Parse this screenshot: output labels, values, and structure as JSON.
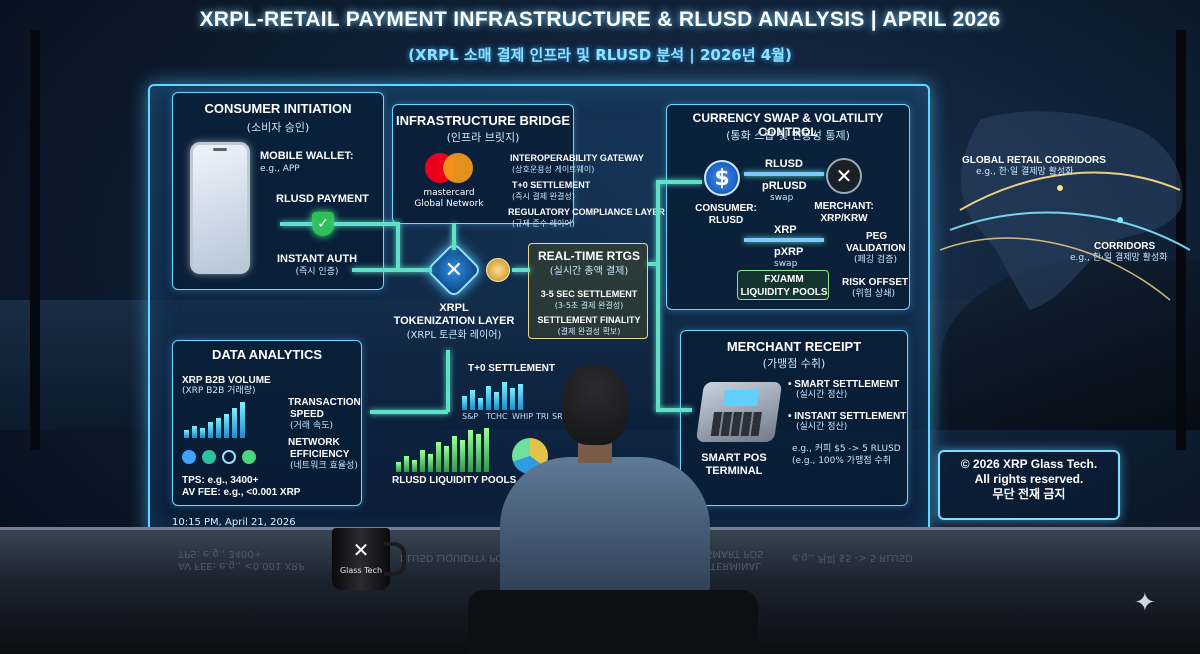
{
  "title": "XRPL-RETAIL PAYMENT INFRASTRUCTURE & RLUSD ANALYSIS | APRIL 2026",
  "subtitle": "(XRPL 소매 결제 인프라 및 RLUSD 분석 | 2026년 4월)",
  "consumer": {
    "heading": "CONSUMER INITIATION",
    "heading_ko": "(소비자 승인)",
    "mobile_wallet": "MOBILE WALLET:",
    "mobile_wallet_eg": "e.g., APP",
    "rlusd_payment": "RLUSD PAYMENT",
    "instant_auth": "INSTANT AUTH",
    "instant_auth_ko": "(즉시 인증)"
  },
  "bridge": {
    "heading": "INFRASTRUCTURE BRIDGE",
    "heading_ko": "(인프라 브릿지)",
    "mastercard_1": "mastercard",
    "mastercard_2": "Global Network",
    "interop": "INTEROPERABILITY GATEWAY",
    "interop_ko": "(상호운용성 게이트웨이)",
    "t0": "T+0 SETTLEMENT",
    "t0_ko": "(즉시 결제 완결성)",
    "regulatory": "REGULATORY COMPLIANCE LAYER",
    "regulatory_ko": "(규제 준수 레이어)",
    "xrpl_1": "XRPL",
    "xrpl_2": "TOKENIZATION LAYER",
    "xrpl_ko": "(XRPL 토큰화 레이어)"
  },
  "rtgs": {
    "heading": "REAL-TIME RTGS",
    "heading_ko": "(실시간 총액 결제)",
    "sec": "3-5 SEC SETTLEMENT",
    "sec_ko": "(3-5초 결제 완결성)",
    "finality": "SETTLEMENT FINALITY",
    "finality_ko": "(결제 완결성 확보)"
  },
  "swap": {
    "heading": "CURRENCY SWAP & VOLATILITY CONTROL",
    "heading_ko": "(통화 스왑 및 변동성 통제)",
    "rlusd": "RLUSD",
    "prlusd": "pRLUSD",
    "swap_word": "swap",
    "consumer_1": "CONSUMER:",
    "consumer_2": "RLUSD",
    "merchant_1": "MERCHANT:",
    "merchant_2": "XRP/KRW",
    "xrp": "XRP",
    "pxrp": "pXRP",
    "peg_1": "PEG",
    "peg_2": "VALIDATION",
    "peg_ko": "(페깅 검증)",
    "pools_1": "FX/AMM",
    "pools_2": "LIQUIDITY POOLS",
    "risk": "RISK OFFSET",
    "risk_ko": "(위험 상쇄)"
  },
  "analytics": {
    "heading": "DATA ANALYTICS",
    "b2b": "XRP B2B VOLUME",
    "b2b_ko": "(XRP B2B 거래량)",
    "speed_1": "TRANSACTION",
    "speed_2": "SPEED",
    "speed_ko": "(거래 속도)",
    "eff_1": "NETWORK",
    "eff_2": "EFFICIENCY",
    "eff_ko": "(네트워크 효율성)",
    "tps": "TPS: e.g., 3400+",
    "fee": "AV FEE: e.g., <0.001 XRP",
    "t0_chart": "T+0 SETTLEMENT",
    "pools_chart": "RLUSD LIQUIDITY POOLS",
    "chart_ticks": [
      "S&P",
      "TCHC",
      "WHIP",
      "TRI",
      "SRI"
    ]
  },
  "merchant": {
    "heading": "MERCHANT RECEIPT",
    "heading_ko": "(가맹점 수취)",
    "smart": "• SMART SETTLEMENT",
    "smart_ko": "(실시간 정산)",
    "instant": "• INSTANT SETTLEMENT",
    "instant_ko": "(실시간 정산)",
    "eg_1": "e.g., 커피 $5 -> 5 RLUSD",
    "eg_2": "(e.g., 100% 가맹점 수취",
    "pos_1": "SMART POS",
    "pos_2": "TERMINAL"
  },
  "map": {
    "corridors_1": "GLOBAL RETAIL CORRIDORS",
    "corridors_1_eg": "e.g., 한·일 결제망 활성화",
    "corridors_2": "CORRIDORS",
    "corridors_2_eg": "e.g., 한·일 결제망 활성화"
  },
  "copyright": {
    "line1": "© 2026 XRP Glass Tech.",
    "line2": "All rights reserved.",
    "line3": "무단 전재 금지"
  },
  "timestamp": "10:15 PM, April 21, 2026",
  "mug": {
    "logo": "✕",
    "text": "Glass Tech"
  },
  "reflection": {
    "r1": "TPS: e.g., 3400+",
    "r2": "AV FEE: e.g., <0.001 XRP",
    "r3": "RLUSD LIQUIDITY POOLS",
    "r4": "SMART POS",
    "r5": "TERMINAL",
    "r6": "e.g., 커피 $5 -> 5 RLUSD"
  },
  "colors": {
    "accent": "#5fd8ff",
    "flow": "#5fe0c8",
    "rtgs_border": "#e8d88a",
    "pools_border": "#8ee38a"
  },
  "icons": [
    "phone-icon",
    "shield-check-icon",
    "mastercard-logo-icon",
    "xrpl-cube-icon",
    "dollar-coin-icon",
    "xrp-coin-icon",
    "pos-terminal-icon",
    "world-map-icon",
    "sparkle-icon"
  ]
}
